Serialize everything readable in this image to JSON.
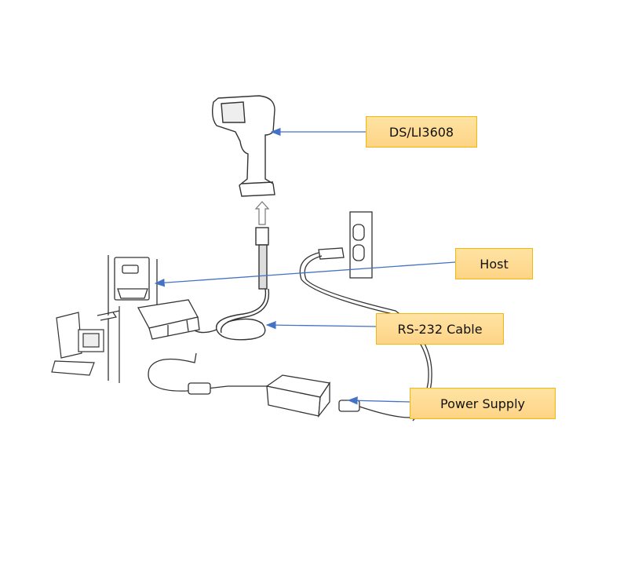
{
  "diagram": {
    "type": "connection-diagram",
    "callouts": [
      {
        "id": "scanner",
        "label": "DS/LI3608",
        "points_to": "barcode scanner"
      },
      {
        "id": "host",
        "label": "Host",
        "points_to": "host serial port"
      },
      {
        "id": "cable",
        "label": "RS-232 Cable",
        "points_to": "coiled RS-232 cable"
      },
      {
        "id": "power",
        "label": "Power Supply",
        "points_to": "power supply plug"
      }
    ],
    "components": [
      "barcode scanner",
      "RS-232 cable",
      "host computer",
      "serial port panel",
      "power supply brick",
      "wall outlet"
    ],
    "colors": {
      "callout_fill": "#fdd486",
      "callout_border": "#f2b90c",
      "arrow": "#4472c4",
      "line_art": "#333333"
    }
  }
}
